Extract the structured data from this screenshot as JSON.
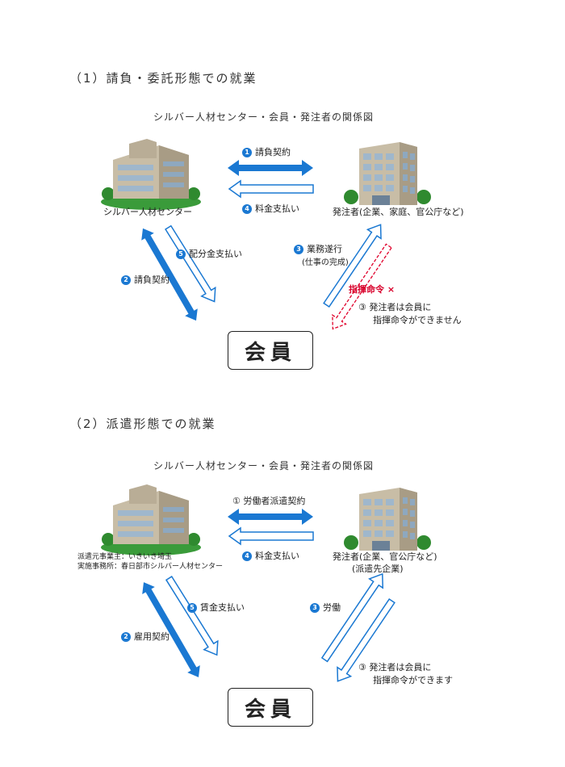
{
  "sections": [
    {
      "heading": "（1）請負・委託形態での就業",
      "subtitle": "シルバー人材センター・会員・発注者の関係図",
      "left_org": "シルバー人材センター",
      "right_org": "発注者(企業、家庭、官公庁など)",
      "member": "会員",
      "arrows": {
        "top": {
          "num": "1",
          "label": "請負契約"
        },
        "bottom": {
          "num": "4",
          "label": "料金支払い"
        },
        "left_solid": {
          "num": "2",
          "label": "請負契約"
        },
        "left_outline": {
          "num": "5",
          "label": "配分金支払い"
        },
        "right_outline": {
          "num": "3",
          "label": "業務遂行",
          "sub": "(仕事の完成)"
        }
      },
      "note_red": "指揮命令 ×",
      "note_line1": "③ 発注者は会員に",
      "note_line2": "指揮命令ができません"
    },
    {
      "heading": "（2）派遣形態での就業",
      "subtitle": "シルバー人材センター・会員・発注者の関係図",
      "left_org_line1": "派遣元事業主：いきいき埼玉",
      "left_org_line2": "実施事務所：春日部市シルバー人材センター",
      "right_org_line1": "発注者(企業、官公庁など)",
      "right_org_line2": "(派遣先企業)",
      "member": "会員",
      "arrows": {
        "top": {
          "prefix": "①",
          "label": "労働者派遣契約"
        },
        "bottom": {
          "num": "4",
          "label": "料金支払い"
        },
        "left_solid": {
          "num": "2",
          "label": "雇用契約"
        },
        "left_outline": {
          "num": "5",
          "label": "賃金支払い"
        },
        "right_outline": {
          "num": "3",
          "label": "労働"
        }
      },
      "note_line1": "③ 発注者は会員に",
      "note_line2": "指揮命令ができます"
    }
  ],
  "colors": {
    "blue": "#1a78d2",
    "red": "#e0002a",
    "building": "#b9ad96",
    "window": "#9fb7cc",
    "grass": "#3a9b3a"
  }
}
